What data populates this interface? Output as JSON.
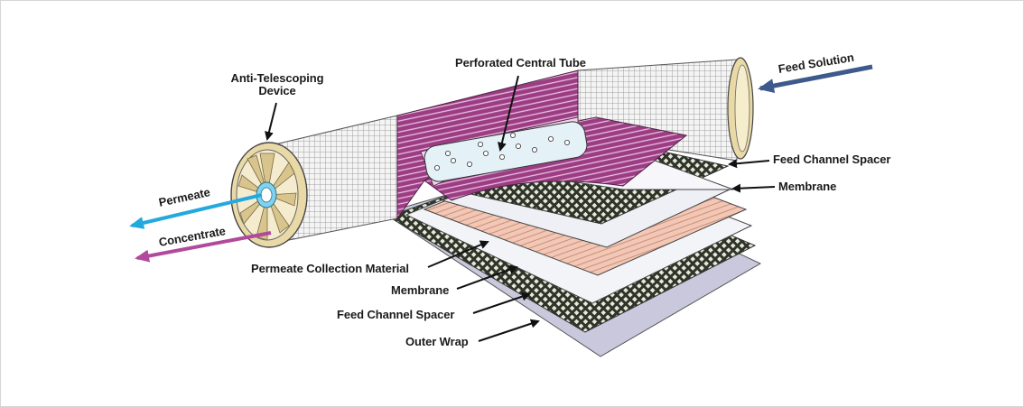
{
  "labels": {
    "anti_telescoping_line1": "Anti-Telescoping",
    "anti_telescoping_line2": "Device",
    "perforated_central_tube": "Perforated Central Tube",
    "feed_solution": "Feed Solution",
    "feed_channel_spacer_top": "Feed Channel Spacer",
    "membrane_top": "Membrane",
    "permeate": "Permeate",
    "concentrate": "Concentrate",
    "permeate_collection_material": "Permeate Collection Material",
    "membrane_bottom": "Membrane",
    "feed_channel_spacer_bottom": "Feed Channel Spacer",
    "outer_wrap": "Outer Wrap"
  },
  "colors": {
    "feed_arrow": "#3e5a8c",
    "permeate_arrow": "#23a9de",
    "concentrate_arrow": "#b14a9c",
    "purple_layers": "#9c3d84",
    "salmon_layer": "#f2c7b5",
    "mesh_dark": "#2e3528",
    "cap_beige": "#e9d9a6",
    "outer_wrap": "#c9c8dc"
  },
  "icons": [
    "black-arrow-icon",
    "feed-solution-arrow-icon",
    "permeate-arrow-icon",
    "concentrate-arrow-icon"
  ]
}
